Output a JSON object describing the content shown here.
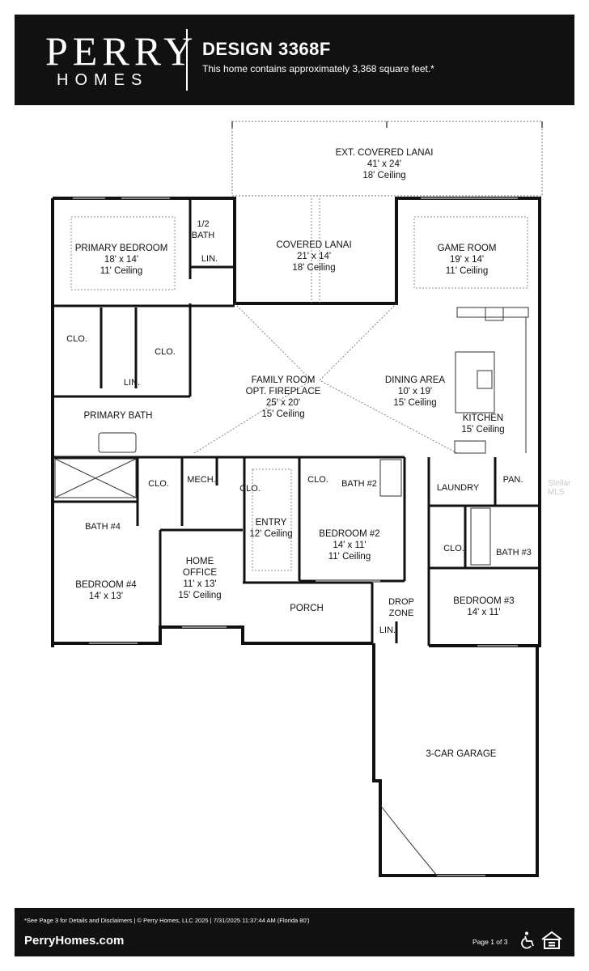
{
  "header": {
    "brand_top": "PERRY",
    "brand_bottom": "HOMES",
    "design_title": "DESIGN 3368F",
    "design_subtitle": "This home contains approximately 3,368 square feet.*"
  },
  "rooms": {
    "ext_lanai": {
      "name": "EXT. COVERED LANAI",
      "size": "41' x 24'",
      "ceiling": "18' Ceiling"
    },
    "primary_bedroom": {
      "name": "PRIMARY BEDROOM",
      "size": "18' x 14'",
      "ceiling": "11' Ceiling"
    },
    "half_bath": {
      "line1": "1/2",
      "line2": "BATH"
    },
    "lin_top": "LIN.",
    "covered_lanai": {
      "name": "COVERED LANAI",
      "size": "21' x 14'",
      "ceiling": "18' Ceiling"
    },
    "game_room": {
      "name": "GAME ROOM",
      "size": "19' x 14'",
      "ceiling": "11' Ceiling"
    },
    "clo_primary_left": "CLO.",
    "clo_primary_right": "CLO.",
    "lin_primary": "LIN.",
    "family_room": {
      "name": "FAMILY ROOM",
      "option": "OPT. FIREPLACE",
      "size": "25' x 20'",
      "ceiling": "15' Ceiling"
    },
    "dining_area": {
      "name": "DINING AREA",
      "size": "10' x 19'",
      "ceiling": "15' Ceiling"
    },
    "kitchen": {
      "name": "KITCHEN",
      "ceiling": "15' Ceiling"
    },
    "primary_bath": "PRIMARY BATH",
    "clo_mid": "CLO.",
    "mech": "MECH.",
    "clo_entry": "CLO.",
    "entry": {
      "name": "ENTRY",
      "ceiling": "12' Ceiling"
    },
    "clo_bed2": "CLO.",
    "bath2": "BATH #2",
    "laundry": "LAUNDRY",
    "pantry": "PAN.",
    "bath4": "BATH #4",
    "bedroom4": {
      "name": "BEDROOM #4",
      "size": "14' x 13'"
    },
    "home_office": {
      "line1": "HOME",
      "line2": "OFFICE",
      "size": "11' x 13'",
      "ceiling": "15' Ceiling"
    },
    "bedroom2": {
      "name": "BEDROOM #2",
      "size": "14' x 11'",
      "ceiling": "11' Ceiling"
    },
    "clo_bed3": "CLO.",
    "bath3": "BATH #3",
    "porch": "PORCH",
    "drop_zone": {
      "line1": "DROP",
      "line2": "ZONE"
    },
    "lin_drop": "LIN.",
    "bedroom3": {
      "name": "BEDROOM #3",
      "size": "14' x 11'"
    },
    "garage": "3-CAR GARAGE"
  },
  "watermark": "Stellar MLS",
  "footer": {
    "disclaimer": "*See Page 3 for Details and Disclaimers  |  © Perry Homes, LLC 2025  |  7/31/2025 11:37:44 AM  (Florida 80')",
    "website": "PerryHomes.com",
    "page": "Page 1 of 3",
    "accessibility_icon": "accessibility-icon",
    "equal_housing_icon": "equal-housing-icon"
  }
}
